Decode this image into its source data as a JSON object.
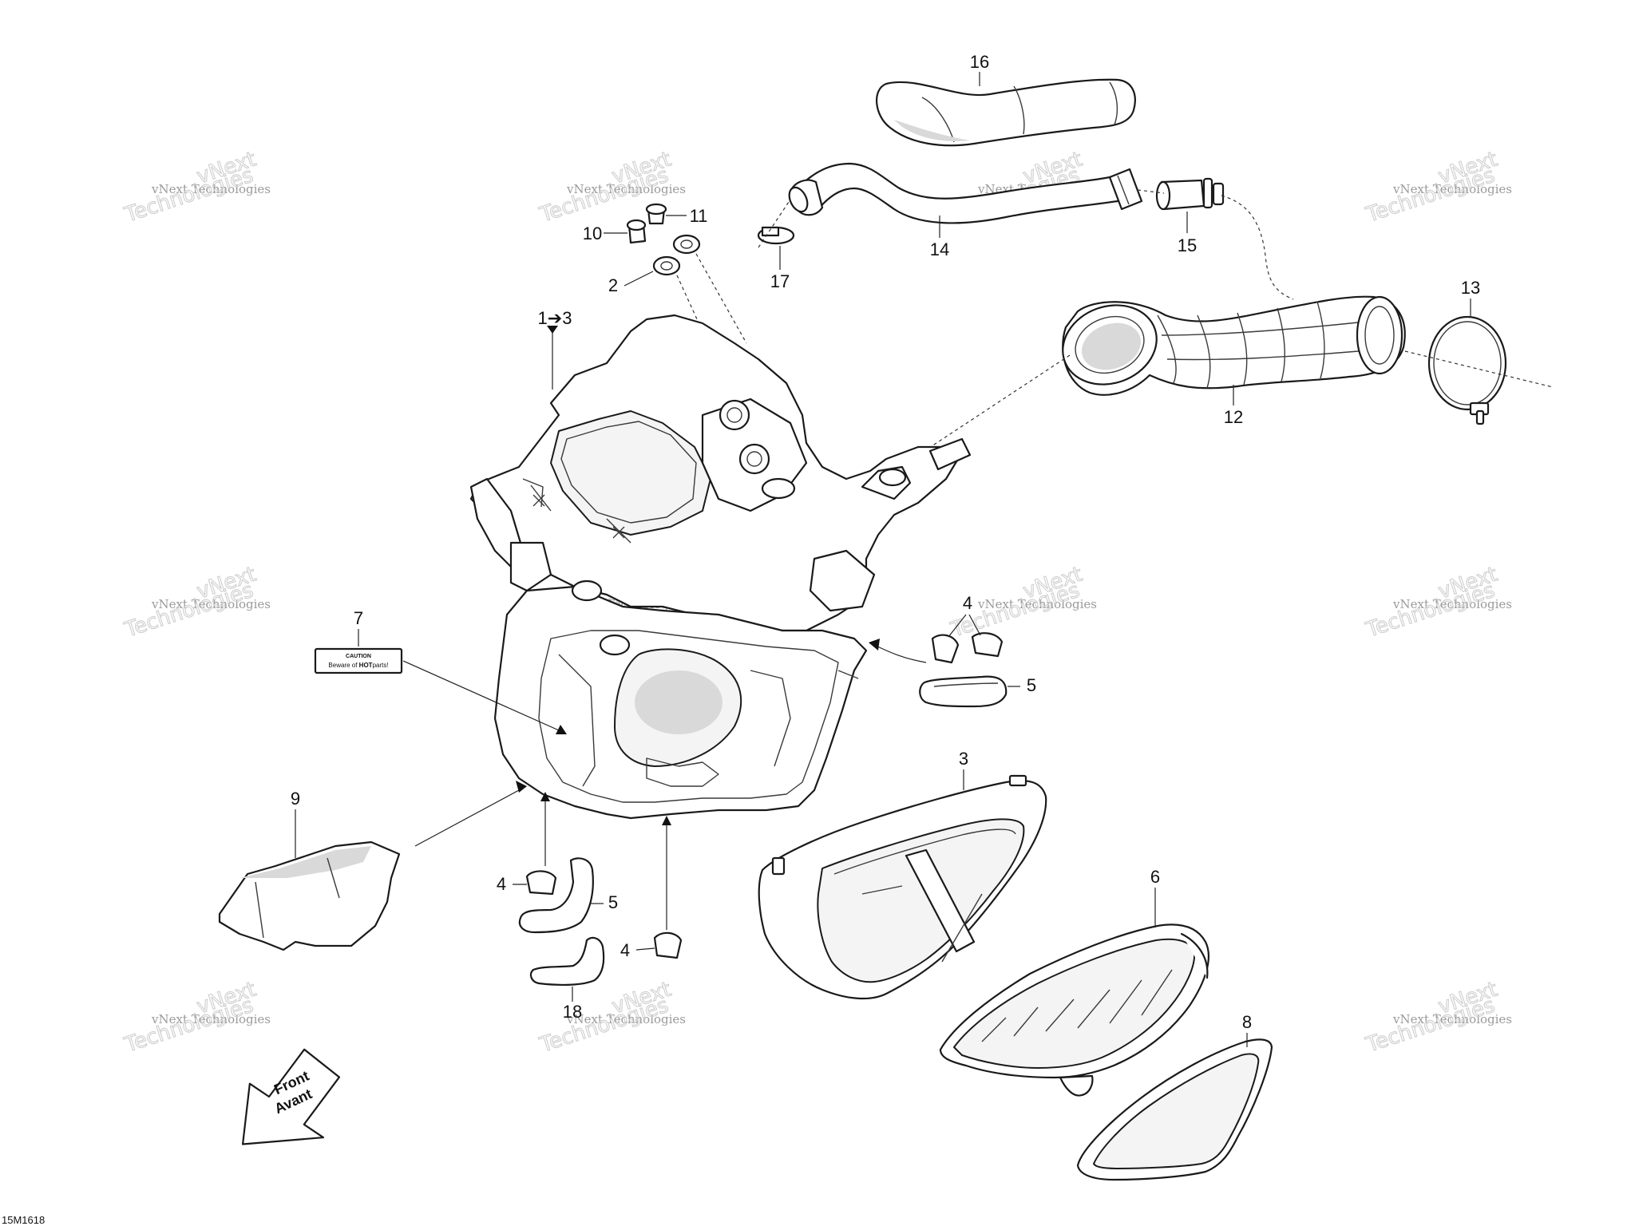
{
  "diagram": {
    "code": "15M1618",
    "watermark": {
      "brand": "vNext Technologies",
      "line1": "vNext",
      "line2": "Technologies"
    },
    "front_arrow": {
      "line1": "Front",
      "line2": "Avant"
    },
    "caution_label": {
      "heading": "CAUTION",
      "text_pre": "Beware of ",
      "text_bold": "HOT",
      "text_post": "parts!"
    },
    "callouts": {
      "c1to3": "1➔3",
      "c2": "2",
      "c3": "3",
      "c4a": "4",
      "c4b": "4",
      "c4c": "4",
      "c5a": "5",
      "c5b": "5",
      "c6": "6",
      "c7": "7",
      "c8": "8",
      "c9": "9",
      "c10": "10",
      "c11": "11",
      "c12": "12",
      "c13": "13",
      "c14": "14",
      "c15": "15",
      "c16": "16",
      "c17": "17",
      "c18": "18"
    }
  }
}
